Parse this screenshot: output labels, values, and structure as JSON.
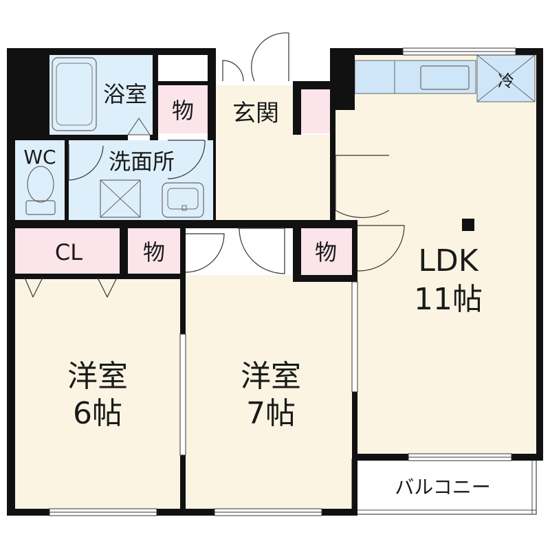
{
  "colors": {
    "wall": "#111111",
    "floor_room": "#fbf4e3",
    "floor_wet": "#deeffc",
    "storage": "#fbe4ea",
    "fixture": "#cfe6f8",
    "balcony": "#ffffff",
    "outline": "#444444"
  },
  "rooms": {
    "bath": "浴室",
    "storage_top": "物",
    "entrance": "玄関",
    "wc": "WC",
    "washroom": "洗面所",
    "closet": "CL",
    "storage_mid": "物",
    "storage_right": "物",
    "ldk_name": "LDK",
    "ldk_size": "11帖",
    "western1_name": "洋室",
    "western1_size": "6帖",
    "western2_name": "洋室",
    "western2_size": "7帖",
    "balcony": "バルコニー",
    "fridge": "冷"
  }
}
